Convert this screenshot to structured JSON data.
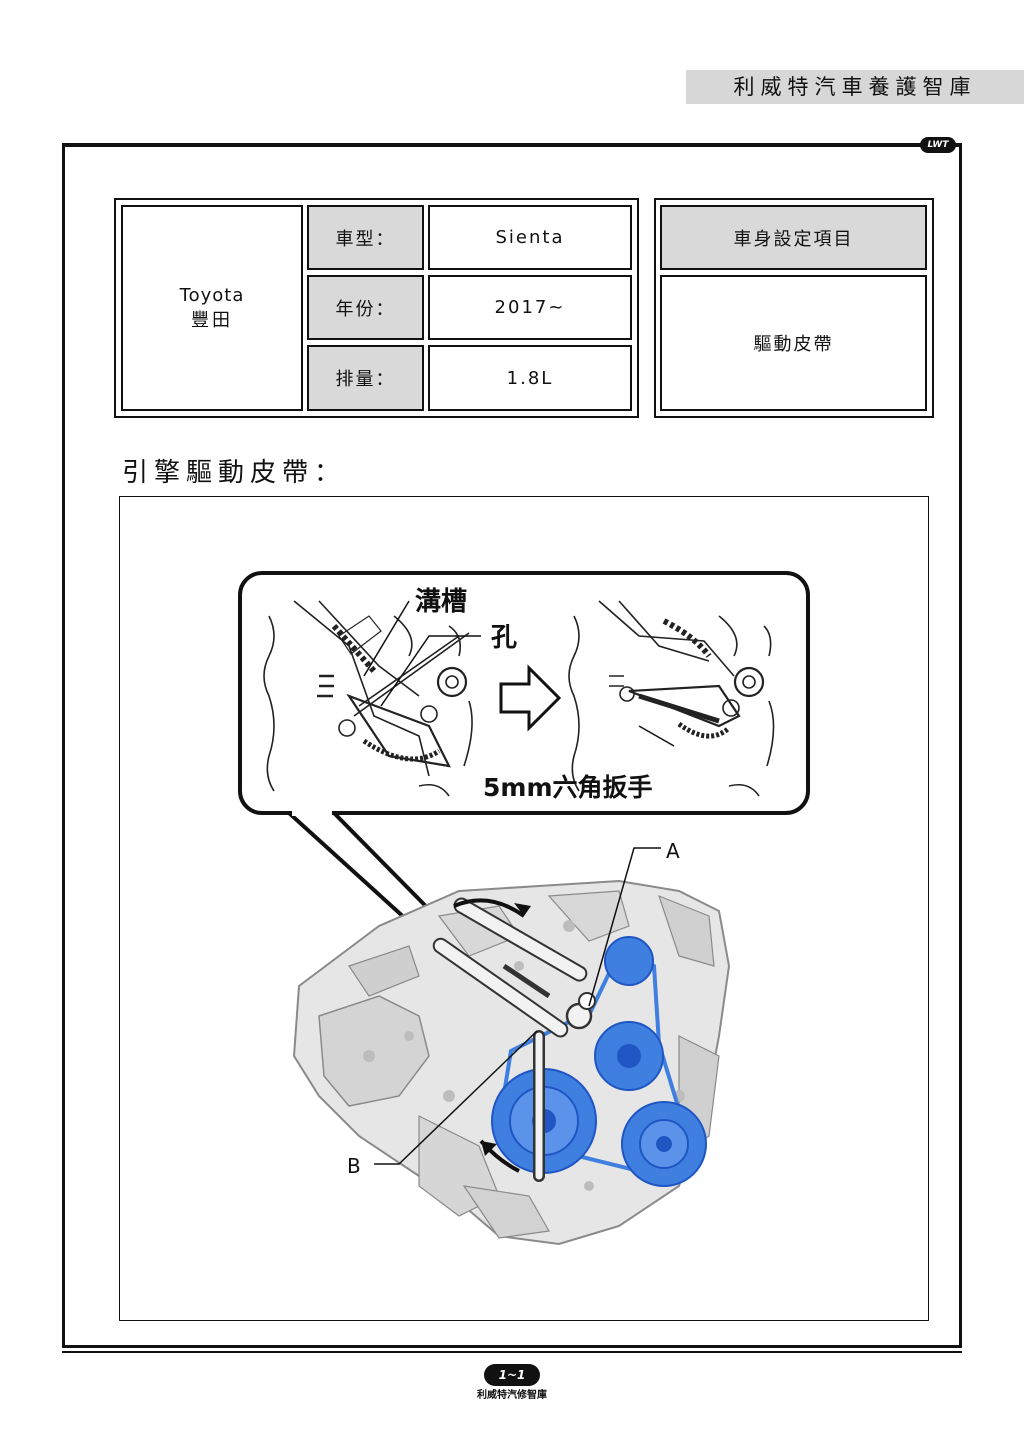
{
  "header": {
    "brand": "利威特汽車養護智庫",
    "logo_text": "LWT"
  },
  "info_table": {
    "make_en": "Toyota",
    "make_zh": "豐田",
    "rows": [
      {
        "label": "車型：",
        "value": "Sienta"
      },
      {
        "label": "年份：",
        "value": "2017~"
      },
      {
        "label": "排量：",
        "value": "1.8L"
      }
    ],
    "setting_header": "車身設定項目",
    "setting_value": "驅動皮帶"
  },
  "section_title": "引擎驅動皮帶：",
  "figure": {
    "label_groove": "溝槽",
    "label_hole": "孔",
    "label_wrench": "5mm六角扳手",
    "label_a": "A",
    "label_b": "B",
    "colors": {
      "pulley": "#3f7fe0",
      "pulley_dark": "#1f56c4",
      "engine": "#e6e6e6",
      "line": "#222222"
    }
  },
  "footer": {
    "page_number": "1~1",
    "brand": "利威特汽修智庫"
  }
}
